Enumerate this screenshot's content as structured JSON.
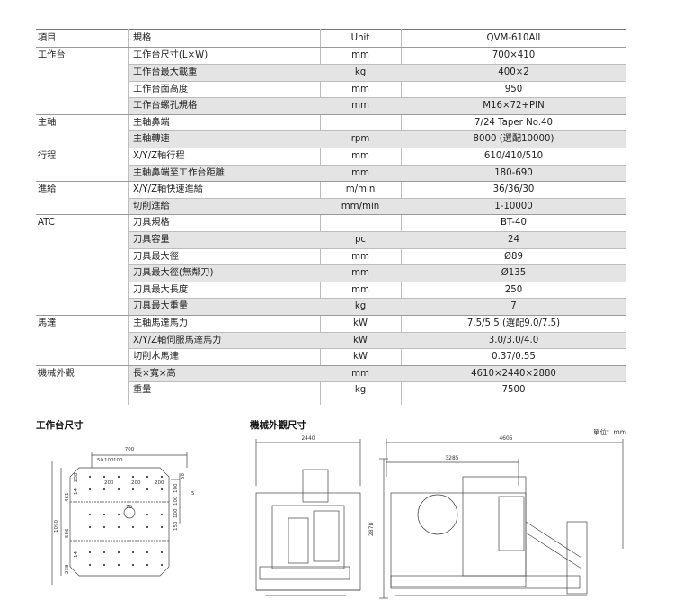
{
  "table": {
    "headers": {
      "item": "項目",
      "spec": "規格",
      "unit": "Unit",
      "model": "QVM-610AII"
    },
    "rows": [
      {
        "category": "工作台",
        "spec": "工作台尺寸(L×W)",
        "unit": "mm",
        "value": "700×410"
      },
      {
        "category": "",
        "spec": "工作台最大載重",
        "unit": "kg",
        "value": "400×2"
      },
      {
        "category": "",
        "spec": "工作台面高度",
        "unit": "mm",
        "value": "950"
      },
      {
        "category": "",
        "spec": "工作台螺孔規格",
        "unit": "mm",
        "value": "M16×72+PIN"
      },
      {
        "category": "主軸",
        "spec": "主軸鼻端",
        "unit": "",
        "value": "7/24 Taper No.40"
      },
      {
        "category": "",
        "spec": "主軸轉速",
        "unit": "rpm",
        "value": "8000 (選配10000)"
      },
      {
        "category": "行程",
        "spec": "X/Y/Z軸行程",
        "unit": "mm",
        "value": "610/410/510"
      },
      {
        "category": "",
        "spec": "主軸鼻端至工作台距離",
        "unit": "mm",
        "value": "180-690"
      },
      {
        "category": "進給",
        "spec": "X/Y/Z軸快速進給",
        "unit": "m/min",
        "value": "36/36/30"
      },
      {
        "category": "",
        "spec": "切削進給",
        "unit": "mm/min",
        "value": "1-10000"
      },
      {
        "category": "ATC",
        "spec": "刀具規格",
        "unit": "",
        "value": "BT-40"
      },
      {
        "category": "",
        "spec": "刀具容量",
        "unit": "pc",
        "value": "24"
      },
      {
        "category": "",
        "spec": "刀具最大徑",
        "unit": "mm",
        "value": "Ø89"
      },
      {
        "category": "",
        "spec": "刀具最大徑(無鄰刀)",
        "unit": "mm",
        "value": "Ø135"
      },
      {
        "category": "",
        "spec": "刀具最大長度",
        "unit": "mm",
        "value": "250"
      },
      {
        "category": "",
        "spec": "刀具最大重量",
        "unit": "kg",
        "value": "7"
      },
      {
        "category": "馬達",
        "spec": "主軸馬達馬力",
        "unit": "kW",
        "value": "7.5/5.5 (選配9.0/7.5)"
      },
      {
        "category": "",
        "spec": "X/Y/Z軸伺服馬達馬力",
        "unit": "kW",
        "value": "3.0/3.0/4.0"
      },
      {
        "category": "",
        "spec": "切削水馬達",
        "unit": "kW",
        "value": "0.37/0.55"
      },
      {
        "category": "機械外觀",
        "spec": "長×寬×高",
        "unit": "mm",
        "value": "4610×2440×2880"
      },
      {
        "category": "",
        "spec": "重量",
        "unit": "kg",
        "value": "7500"
      }
    ]
  },
  "diagrams": {
    "table_title": "工作台尺寸",
    "machine_title": "機械外觀尺寸",
    "unit_note": "單位：mm",
    "table_dims": {
      "width": "700",
      "w50a": "50",
      "w100a": "100",
      "w100b": "100",
      "t200a": "200",
      "t200b": "200",
      "t200c": "200",
      "t70": "70",
      "r50": "50",
      "r100a": "100",
      "r100b": "100",
      "r100c": "100",
      "r150": "150",
      "r5": "5",
      "height": "1090",
      "h461": "461",
      "h14a": "14",
      "h238a": "238",
      "h586": "586",
      "h238b": "238",
      "h14b": "14"
    },
    "machine_dims": {
      "front_width": "2440",
      "side_length": "4605",
      "side_inner": "3285",
      "height": "2878"
    }
  }
}
